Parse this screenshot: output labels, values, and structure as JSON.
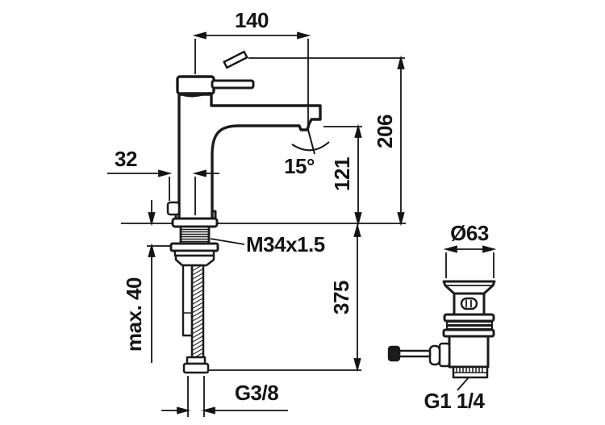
{
  "drawing": {
    "subject": "single-lever basin mixer with pop-up waste valve, technical dimension drawing",
    "background": "#ffffff",
    "line_color": "#1b1b1b",
    "labels": {
      "spout_reach": "140",
      "pop_up_rod_offset": "32",
      "spout_angle": "15°",
      "outlet_height": "121",
      "overall_height": "206",
      "body_thread": "M34x1.5",
      "max_deck_thickness": "max. 40",
      "hose_length": "375",
      "supply_thread": "G3/8",
      "waste_flange_diameter": "Ø63",
      "waste_thread": "G1 1/4"
    }
  }
}
